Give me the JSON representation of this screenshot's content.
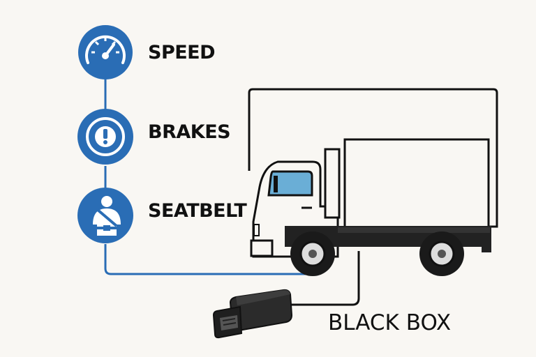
{
  "sensors": [
    {
      "label": "SPEED",
      "icon": "speedometer-icon"
    },
    {
      "label": "BRAKES",
      "icon": "brake-warning-icon"
    },
    {
      "label": "SEATBELT",
      "icon": "seatbelt-icon"
    }
  ],
  "device": {
    "label": "BLACK BOX",
    "icon": "obd-connector-icon"
  },
  "vehicle": {
    "icon": "truck-icon"
  },
  "colors": {
    "accent": "#2a6db5",
    "line": "#2a6db5",
    "outline": "#111111",
    "window": "#6aaed6",
    "background": "#f9f7f3"
  }
}
